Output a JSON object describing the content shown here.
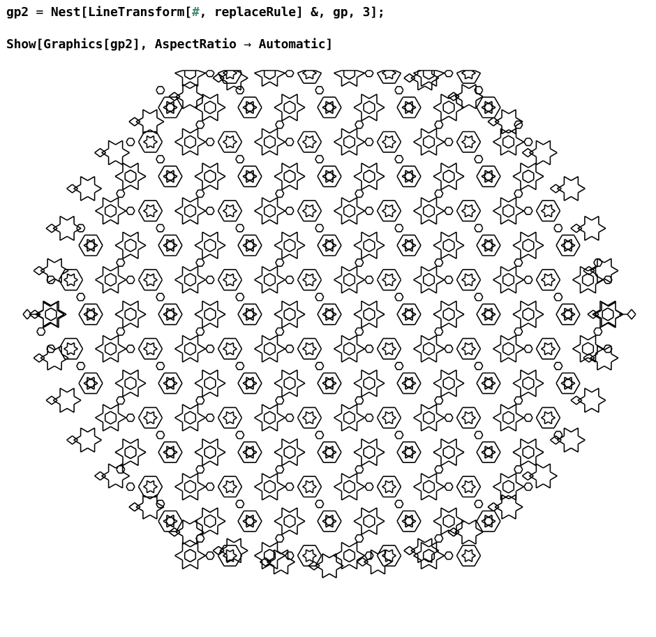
{
  "cells": [
    {
      "type": "input",
      "parts": {
        "lhs": "gp2",
        "assign": " = ",
        "func": "Nest[LineTransform[",
        "slot": "#",
        "rest": ", replaceRule] &, gp, 3];"
      }
    },
    {
      "type": "input",
      "parts": {
        "head": "Show[Graphics[gp2], AspectRatio",
        "arrow": " → ",
        "tail": "Automatic]"
      }
    }
  ],
  "output": {
    "type": "graphics",
    "stroke_color": "#000000",
    "background": "#ffffff"
  }
}
